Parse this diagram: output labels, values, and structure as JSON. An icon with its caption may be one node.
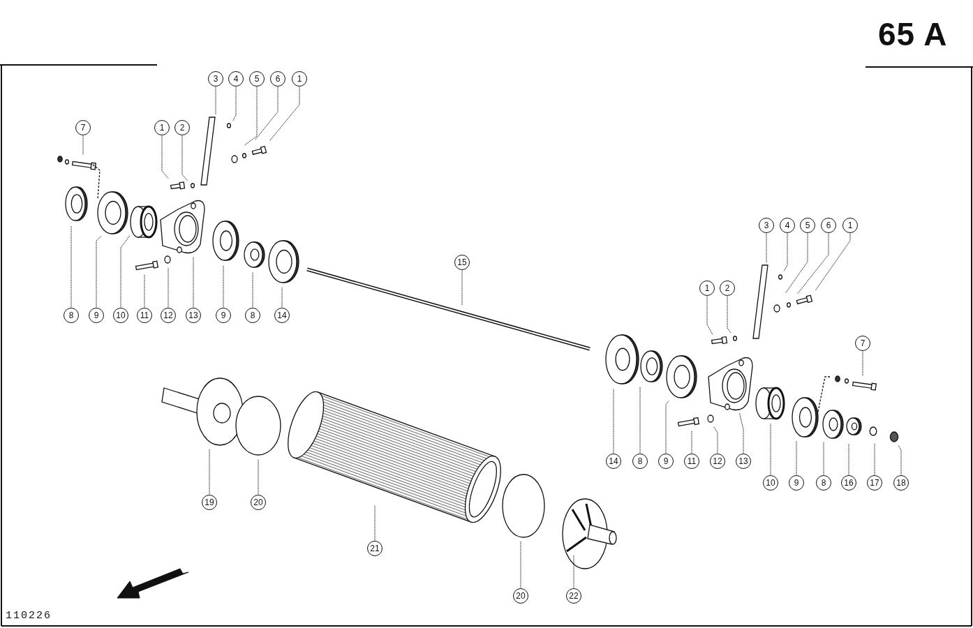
{
  "diagram": {
    "title": "65 A",
    "nodes": [
      {
        "text": [
          "7"
        ]
      },
      {
        "text": [
          "1"
        ]
      },
      {
        "text": [
          "2"
        ]
      },
      {
        "text": [
          "3"
        ]
      },
      {
        "text": [
          "4"
        ]
      },
      {
        "text": [
          "5"
        ]
      },
      {
        "text": [
          "6"
        ]
      },
      {
        "text": [
          "1"
        ]
      },
      {
        "text": [
          "8"
        ]
      },
      {
        "text": [
          "9"
        ]
      },
      {
        "text": [
          "10"
        ]
      },
      {
        "text": [
          "11"
        ]
      },
      {
        "text": [
          "12"
        ]
      },
      {
        "text": [
          "13"
        ]
      },
      {
        "text": [
          "9"
        ]
      },
      {
        "text": [
          "8"
        ]
      },
      {
        "text": [
          "14"
        ]
      },
      {
        "text": [
          "15"
        ]
      },
      {
        "text": [
          "3"
        ]
      },
      {
        "text": [
          "4"
        ]
      },
      {
        "text": [
          "5"
        ]
      },
      {
        "text": [
          "6"
        ]
      },
      {
        "text": [
          "1"
        ]
      },
      {
        "text": [
          "1"
        ]
      },
      {
        "text": [
          "2"
        ]
      },
      {
        "text": [
          "7"
        ]
      },
      {
        "text": [
          "14"
        ]
      },
      {
        "text": [
          "8"
        ]
      },
      {
        "text": [
          "9"
        ]
      },
      {
        "text": [
          "11"
        ]
      },
      {
        "text": [
          "12"
        ]
      },
      {
        "text": [
          "13"
        ]
      },
      {
        "text": [
          "10"
        ]
      },
      {
        "text": [
          "9"
        ]
      },
      {
        "text": [
          "8"
        ]
      },
      {
        "text": [
          "16"
        ]
      },
      {
        "text": [
          "17"
        ]
      },
      {
        "text": [
          "18"
        ]
      },
      {
        "text": [
          "19"
        ]
      },
      {
        "text": [
          "20"
        ]
      },
      {
        "text": [
          "21"
        ]
      },
      {
        "text": [
          "20"
        ]
      },
      {
        "text": [
          "22"
        ]
      }
    ],
    "edges": [
      {
        "from": 0,
        "to": null,
        "arrow": "none"
      },
      {
        "from": 1,
        "to": null,
        "arrow": "none"
      },
      {
        "from": 2,
        "to": null,
        "arrow": "none"
      },
      {
        "from": 3,
        "to": null,
        "arrow": "none"
      },
      {
        "from": 4,
        "to": null,
        "arrow": "none"
      },
      {
        "from": 5,
        "to": null,
        "arrow": "none"
      },
      {
        "from": 6,
        "to": null,
        "arrow": "none"
      },
      {
        "from": 7,
        "to": null,
        "arrow": "none"
      },
      {
        "from": 8,
        "to": null,
        "arrow": "none"
      },
      {
        "from": 9,
        "to": null,
        "arrow": "none"
      },
      {
        "from": 10,
        "to": null,
        "arrow": "none"
      },
      {
        "from": 11,
        "to": null,
        "arrow": "none"
      },
      {
        "from": 12,
        "to": null,
        "arrow": "none"
      },
      {
        "from": 13,
        "to": null,
        "arrow": "none"
      },
      {
        "from": 14,
        "to": null,
        "arrow": "none"
      },
      {
        "from": 15,
        "to": null,
        "arrow": "none"
      },
      {
        "from": 16,
        "to": null,
        "arrow": "none"
      },
      {
        "from": 17,
        "to": null,
        "arrow": "none"
      },
      {
        "from": 18,
        "to": null,
        "arrow": "none"
      },
      {
        "from": 19,
        "to": null,
        "arrow": "none"
      },
      {
        "from": 20,
        "to": null,
        "arrow": "none"
      },
      {
        "from": 21,
        "to": null,
        "arrow": "none"
      },
      {
        "from": 22,
        "to": null,
        "arrow": "none"
      },
      {
        "from": 23,
        "to": null,
        "arrow": "none"
      },
      {
        "from": 24,
        "to": null,
        "arrow": "none"
      },
      {
        "from": 25,
        "to": null,
        "arrow": "none"
      },
      {
        "from": 26,
        "to": null,
        "arrow": "none"
      },
      {
        "from": 27,
        "to": null,
        "arrow": "none"
      },
      {
        "from": 28,
        "to": null,
        "arrow": "none"
      },
      {
        "from": 29,
        "to": null,
        "arrow": "none"
      },
      {
        "from": 30,
        "to": null,
        "arrow": "none"
      },
      {
        "from": 31,
        "to": null,
        "arrow": "none"
      },
      {
        "from": 32,
        "to": null,
        "arrow": "none"
      },
      {
        "from": 33,
        "to": null,
        "arrow": "none"
      },
      {
        "from": 34,
        "to": null,
        "arrow": "none"
      },
      {
        "from": 35,
        "to": null,
        "arrow": "none"
      },
      {
        "from": 36,
        "to": null,
        "arrow": "none"
      },
      {
        "from": 37,
        "to": null,
        "arrow": "none"
      },
      {
        "from": 38,
        "to": null,
        "arrow": "none"
      },
      {
        "from": 39,
        "to": null,
        "arrow": "none"
      },
      {
        "from": 40,
        "to": null,
        "arrow": "none"
      },
      {
        "from": 41,
        "to": null,
        "arrow": "none"
      },
      {
        "from": 42,
        "to": null,
        "arrow": "none"
      }
    ],
    "labels": [
      "110226"
    ]
  }
}
